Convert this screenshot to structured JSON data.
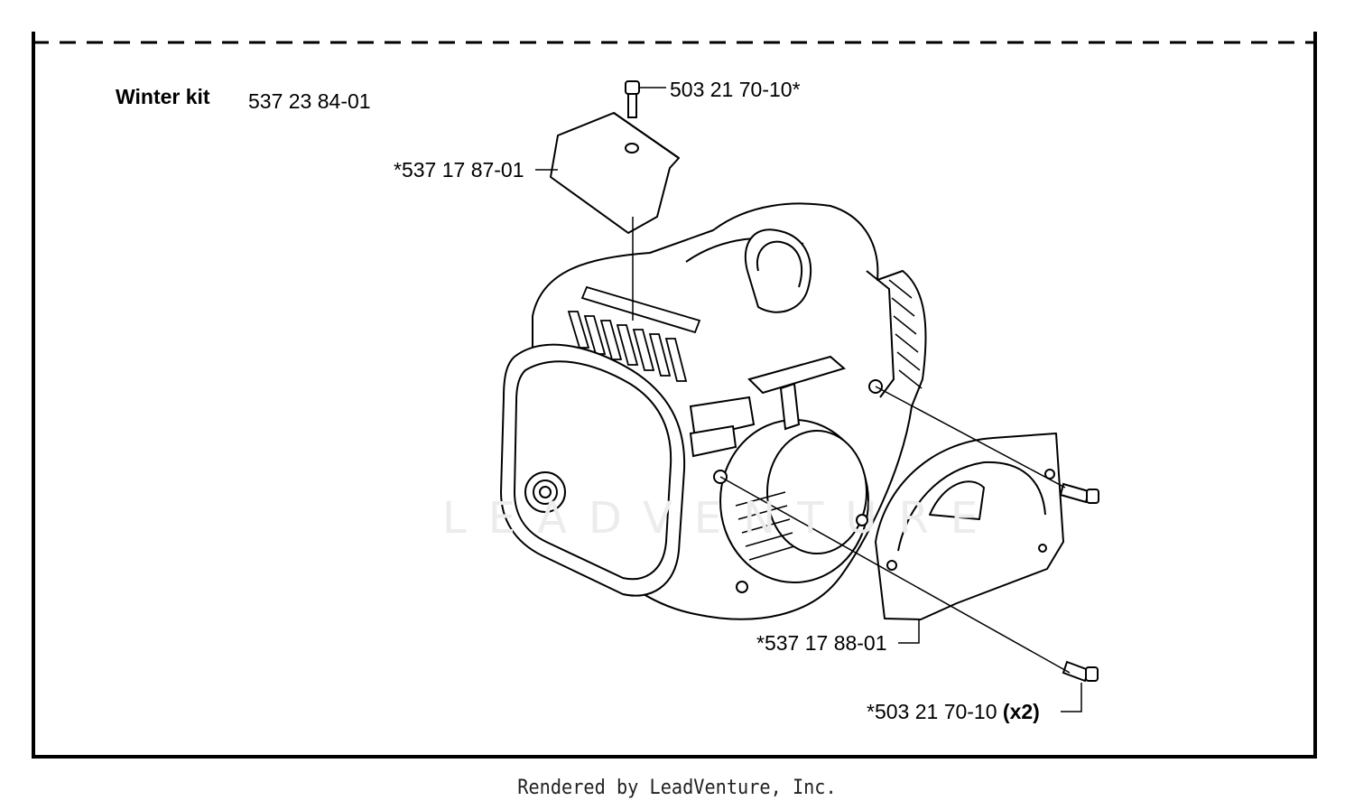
{
  "kit": {
    "title": "Winter kit",
    "part_number": "537 23 84-01"
  },
  "callouts": {
    "top_screw": "503 21 70-10*",
    "cover_plate": "*537 17 87-01",
    "side_cover": "*537 17 88-01",
    "side_screws_part": "*503 21 70-10",
    "side_screws_qty": "(x2)"
  },
  "watermark": "LEADVENTURE",
  "footer": "Rendered by LeadVenture, Inc."
}
